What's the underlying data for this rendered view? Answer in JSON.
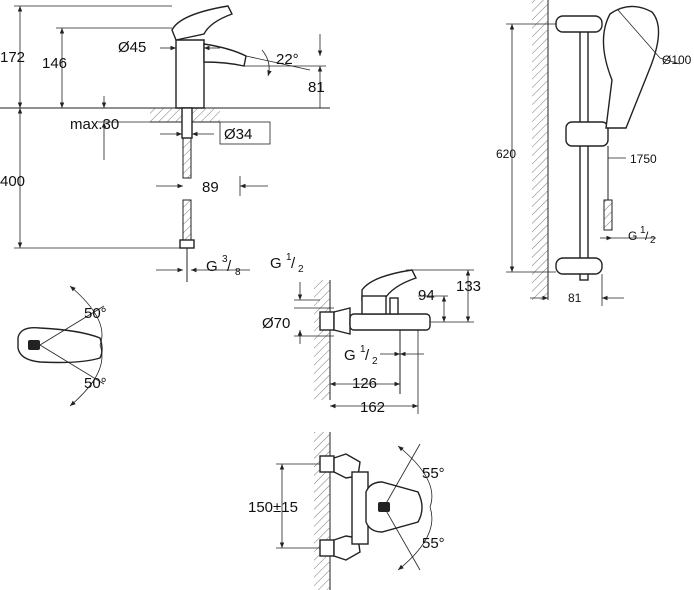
{
  "title": "Technical dimension drawing – faucet and shower set",
  "basin_mixer": {
    "total_height": "172",
    "spout_height": "146",
    "spout_diameter": "Ø45",
    "spout_angle": "22°",
    "reach": "81",
    "max_deck_thickness": "max.30",
    "hole_diameter": "Ø34",
    "hose_length": "400",
    "hose_offset": "89",
    "thread_label": "G",
    "thread_num": "3",
    "thread_den": "8"
  },
  "lever_rotation": {
    "angle_up": "50°",
    "angle_down": "50°"
  },
  "shower_rail": {
    "rail_height": "620",
    "hand_shower_diameter": "Ø100",
    "hose_length": "1750",
    "wall_offset": "81",
    "thread_label": "G",
    "thread_num": "1",
    "thread_den": "2"
  },
  "bath_mixer": {
    "inlet_thread_label": "G",
    "inlet_thread_num": "1",
    "inlet_thread_den": "2",
    "escutcheon_diameter": "Ø70",
    "outlet_thread_label": "G",
    "outlet_thread_num": "1",
    "outlet_thread_den": "2",
    "height_total": "133",
    "height_body": "94",
    "projection_outlet": "126",
    "projection_total": "162"
  },
  "bath_mixer_top": {
    "centers": "150±15",
    "angle_up": "55°",
    "angle_down": "55°"
  }
}
